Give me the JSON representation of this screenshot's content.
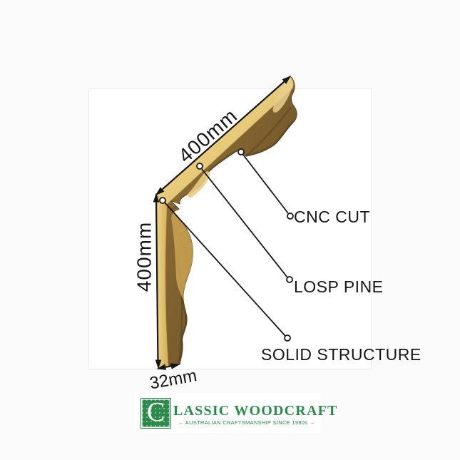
{
  "canvas": {
    "background": "#fbfbfb",
    "inner_square_fill": "#ffffff",
    "inner_square_border": "#ececec"
  },
  "dimensions": {
    "top_edge": "400mm",
    "left_edge": "400mm",
    "foot_width": "32mm"
  },
  "callouts": [
    {
      "label": "CNC CUT"
    },
    {
      "label": "LOSP PINE"
    },
    {
      "label": "SOLID STRUCTURE"
    }
  ],
  "colors": {
    "annotation_line": "#161616",
    "annotation_text": "#161616",
    "wood_face_light": "#f2dc95",
    "wood_face_deep": "#ddb95f",
    "wood_side_mid": "#8f7038",
    "wood_side_dark": "#5f4723",
    "logo_green": "#2c8a4b"
  },
  "logo": {
    "monogram": "C",
    "wordmark": "LASSIC WOODCRAFT",
    "tagline": "← AUSTRALIAN CRAFTSMANSHIP SINCE 1980s →"
  }
}
